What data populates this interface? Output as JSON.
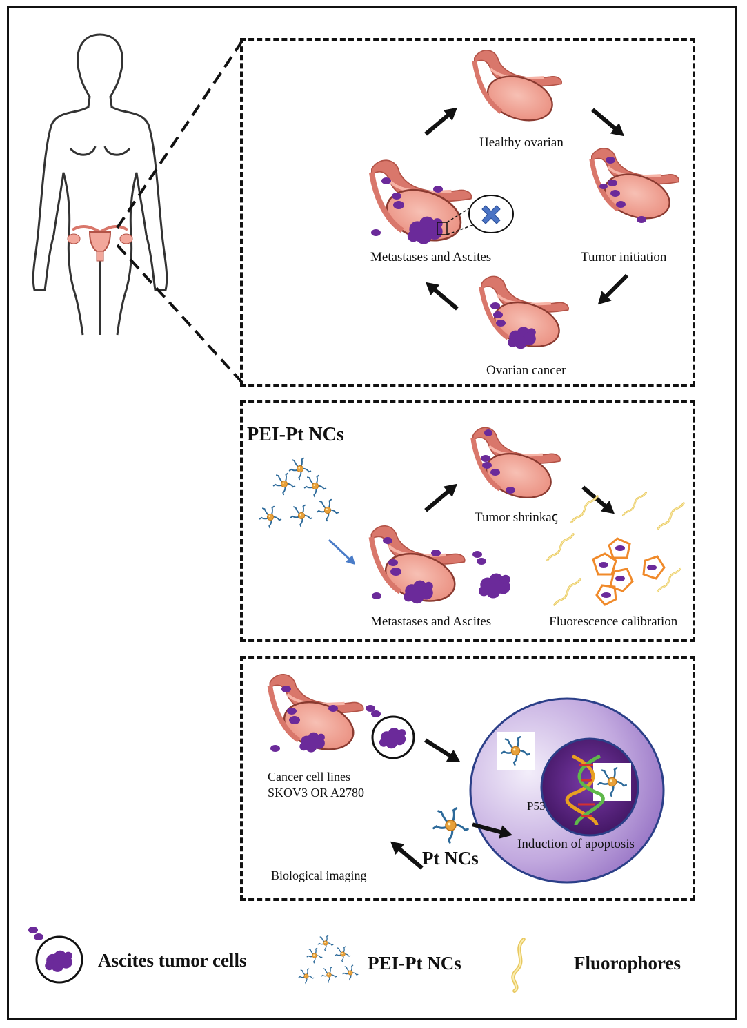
{
  "panel1": {
    "healthy": "Healthy ovarian",
    "initiation": "Tumor initiation",
    "cancer": "Ovarian cancer",
    "metastases": "Metastases and Ascites"
  },
  "panel2": {
    "title": "PEI-Pt NCs",
    "shrinkage": "Tumor shrinkaꞔ",
    "metastases": "Metastases and Ascites",
    "fluorescence": "Fluorescence calibration"
  },
  "panel3": {
    "cell_lines_1": "Cancer cell lines",
    "cell_lines_2": "SKOV3 OR A2780",
    "p53": "P53",
    "apoptosis": "Induction of apoptosis",
    "pt_ncs": "Pt NCs",
    "imaging": "Biological imaging"
  },
  "legend": {
    "ascites": "Ascites tumor cells",
    "pei": "PEI-Pt NCs",
    "fluorophores": "Fluorophores"
  },
  "colors": {
    "ovary_fill": "#f2a79b",
    "tube": "#d9776b",
    "tumor": "#6b2a9a",
    "nc_core": "#e8a13a",
    "nc_arm": "#2d6a9a",
    "cage": "#f08a2a",
    "fluoro": "#e8c860",
    "cell": "#b9a2d8",
    "nucleus": "#5d2a8a"
  },
  "icons": [
    "female-silhouette-icon",
    "uterus-icon",
    "ovary-icon",
    "tumor-cluster-icon",
    "nanocluster-icon",
    "fluorophore-icon",
    "dna-helix-icon",
    "cross-icon",
    "arrow-icon"
  ]
}
